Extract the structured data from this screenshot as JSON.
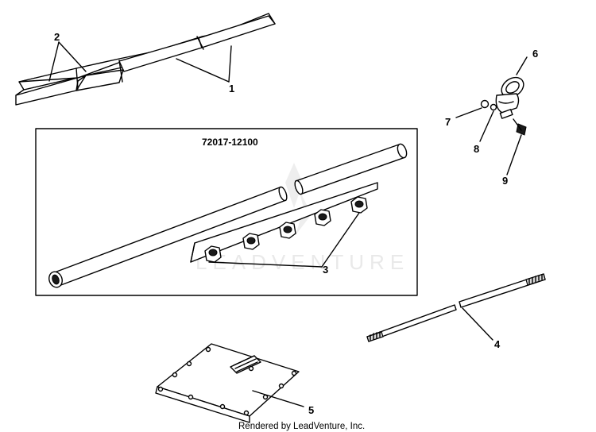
{
  "kit_label": "72017-12100",
  "callouts": [
    "1",
    "2",
    "3",
    "4",
    "5",
    "6",
    "7",
    "8",
    "9"
  ],
  "watermark": "LEADVENTURE",
  "footer": "Rendered by LeadVenture, Inc."
}
